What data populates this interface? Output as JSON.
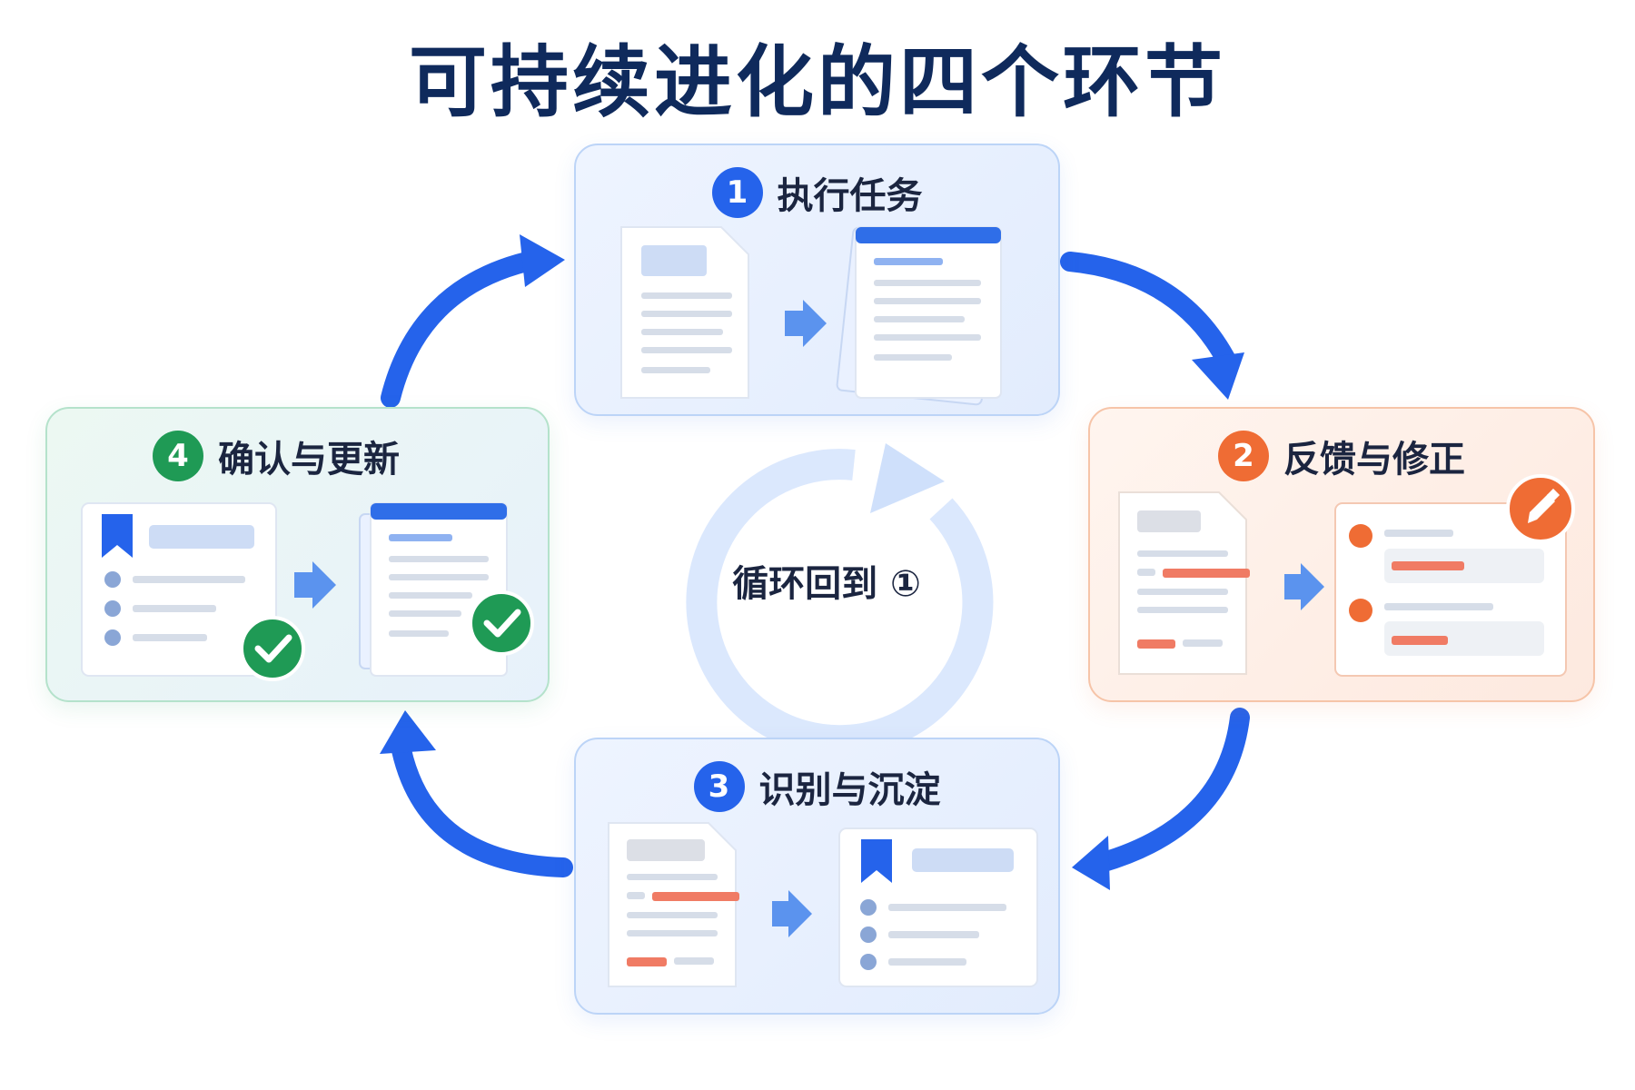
{
  "title": "可持续进化的四个环节",
  "steps": [
    {
      "number": "1",
      "label": "执行任务",
      "tone": "blue"
    },
    {
      "number": "2",
      "label": "反馈与修正",
      "tone": "orange"
    },
    {
      "number": "3",
      "label": "识别与沉淀",
      "tone": "blue"
    },
    {
      "number": "4",
      "label": "确认与更新",
      "tone": "green"
    }
  ],
  "center_label": "循环回到 ①",
  "colors": {
    "primary_blue": "#2563eb",
    "orange": "#ef6c34",
    "green": "#1f9a55",
    "title_navy": "#0f2a5c"
  },
  "icons": [
    "document-icon",
    "arrow-right-icon",
    "bookmark-icon",
    "check-icon",
    "pencil-icon",
    "cycle-arrow-icon"
  ]
}
